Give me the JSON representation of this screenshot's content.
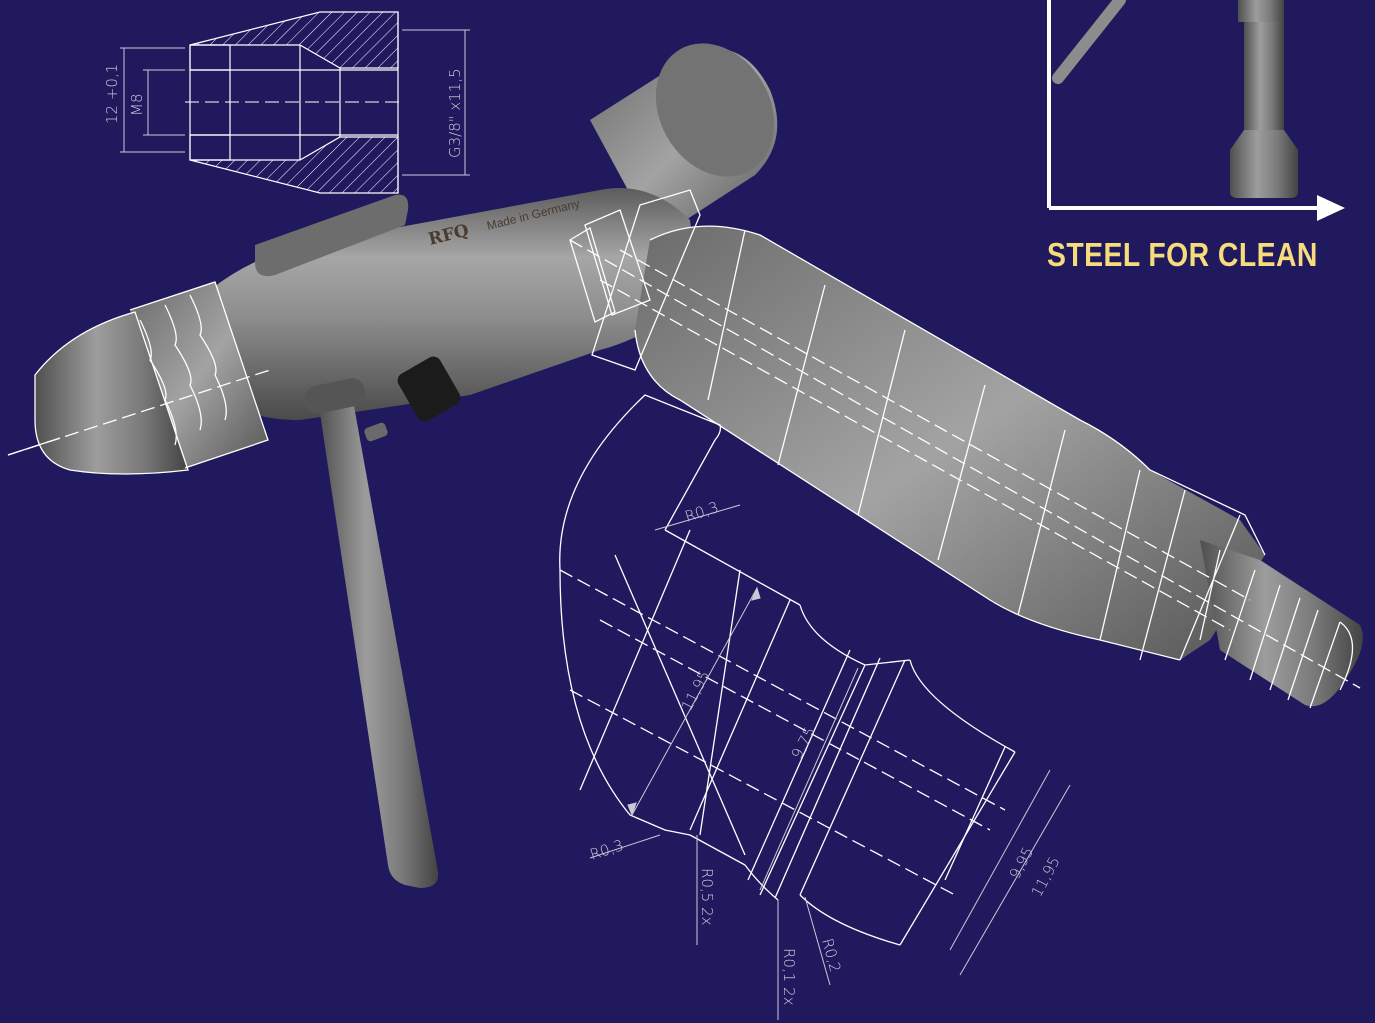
{
  "headline": "STEEL FOR CLEAN",
  "brand": {
    "logo_text": "RFQ",
    "made_in": "Made in Germany"
  },
  "dimensions": {
    "nozzle_length": "12 +0,1",
    "nozzle_thread": "M8",
    "nozzle_connection": "G3/8\" x11,5",
    "radius_top": "R0,3",
    "radius_left": "R0,3",
    "radius_groove": "R0,5 2x",
    "radius_edge": "R0,1 2x",
    "radius_fillet": "R0,2",
    "diameter_outer": "11,95",
    "diameter_neck": "9,75",
    "diameter_inner": "9,95",
    "diameter_right": "11,95"
  },
  "colors": {
    "background": "#21195e",
    "headline": "#f7dc7c",
    "drawing_line": "#ffffff",
    "dimension_text": "#c9c9d6",
    "metal": "#8a8a8a"
  }
}
